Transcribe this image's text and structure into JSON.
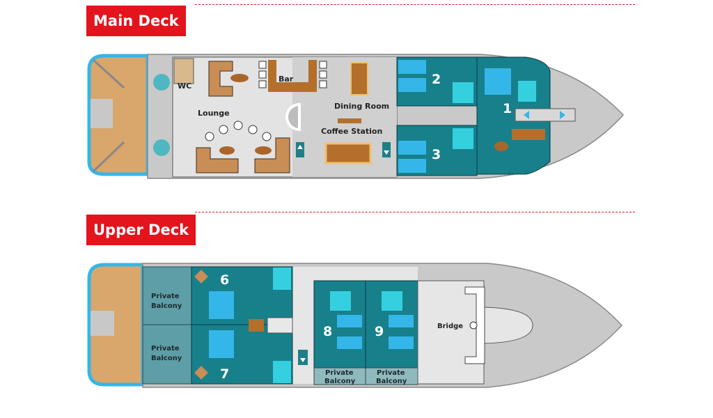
{
  "decks": {
    "main": {
      "title": "Main Deck",
      "rooms": {
        "wc": "WC",
        "bar": "Bar",
        "lounge": "Lounge",
        "dining": "Dining Room",
        "coffee": "Coffee Station"
      },
      "cabins": [
        "1",
        "2",
        "3"
      ]
    },
    "upper": {
      "title": "Upper Deck",
      "balcony_line1": "Private",
      "balcony_line2": "Balcony",
      "bridge": "Bridge",
      "cabins": [
        "6",
        "7",
        "8",
        "9"
      ]
    }
  },
  "colors": {
    "accent": "#e3141c",
    "cabin": "#17808b",
    "furniture": "#b46f2c",
    "deck": "#d9a66b",
    "water": "#35b6e8"
  }
}
